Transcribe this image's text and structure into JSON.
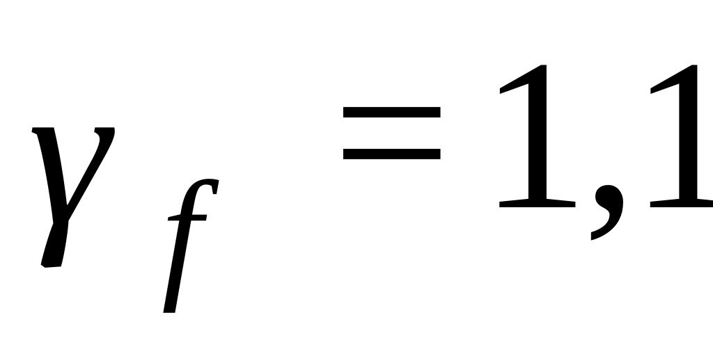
{
  "formula": {
    "symbol": "γ",
    "subscript": "f",
    "operator": "=",
    "value": "1,1"
  }
}
